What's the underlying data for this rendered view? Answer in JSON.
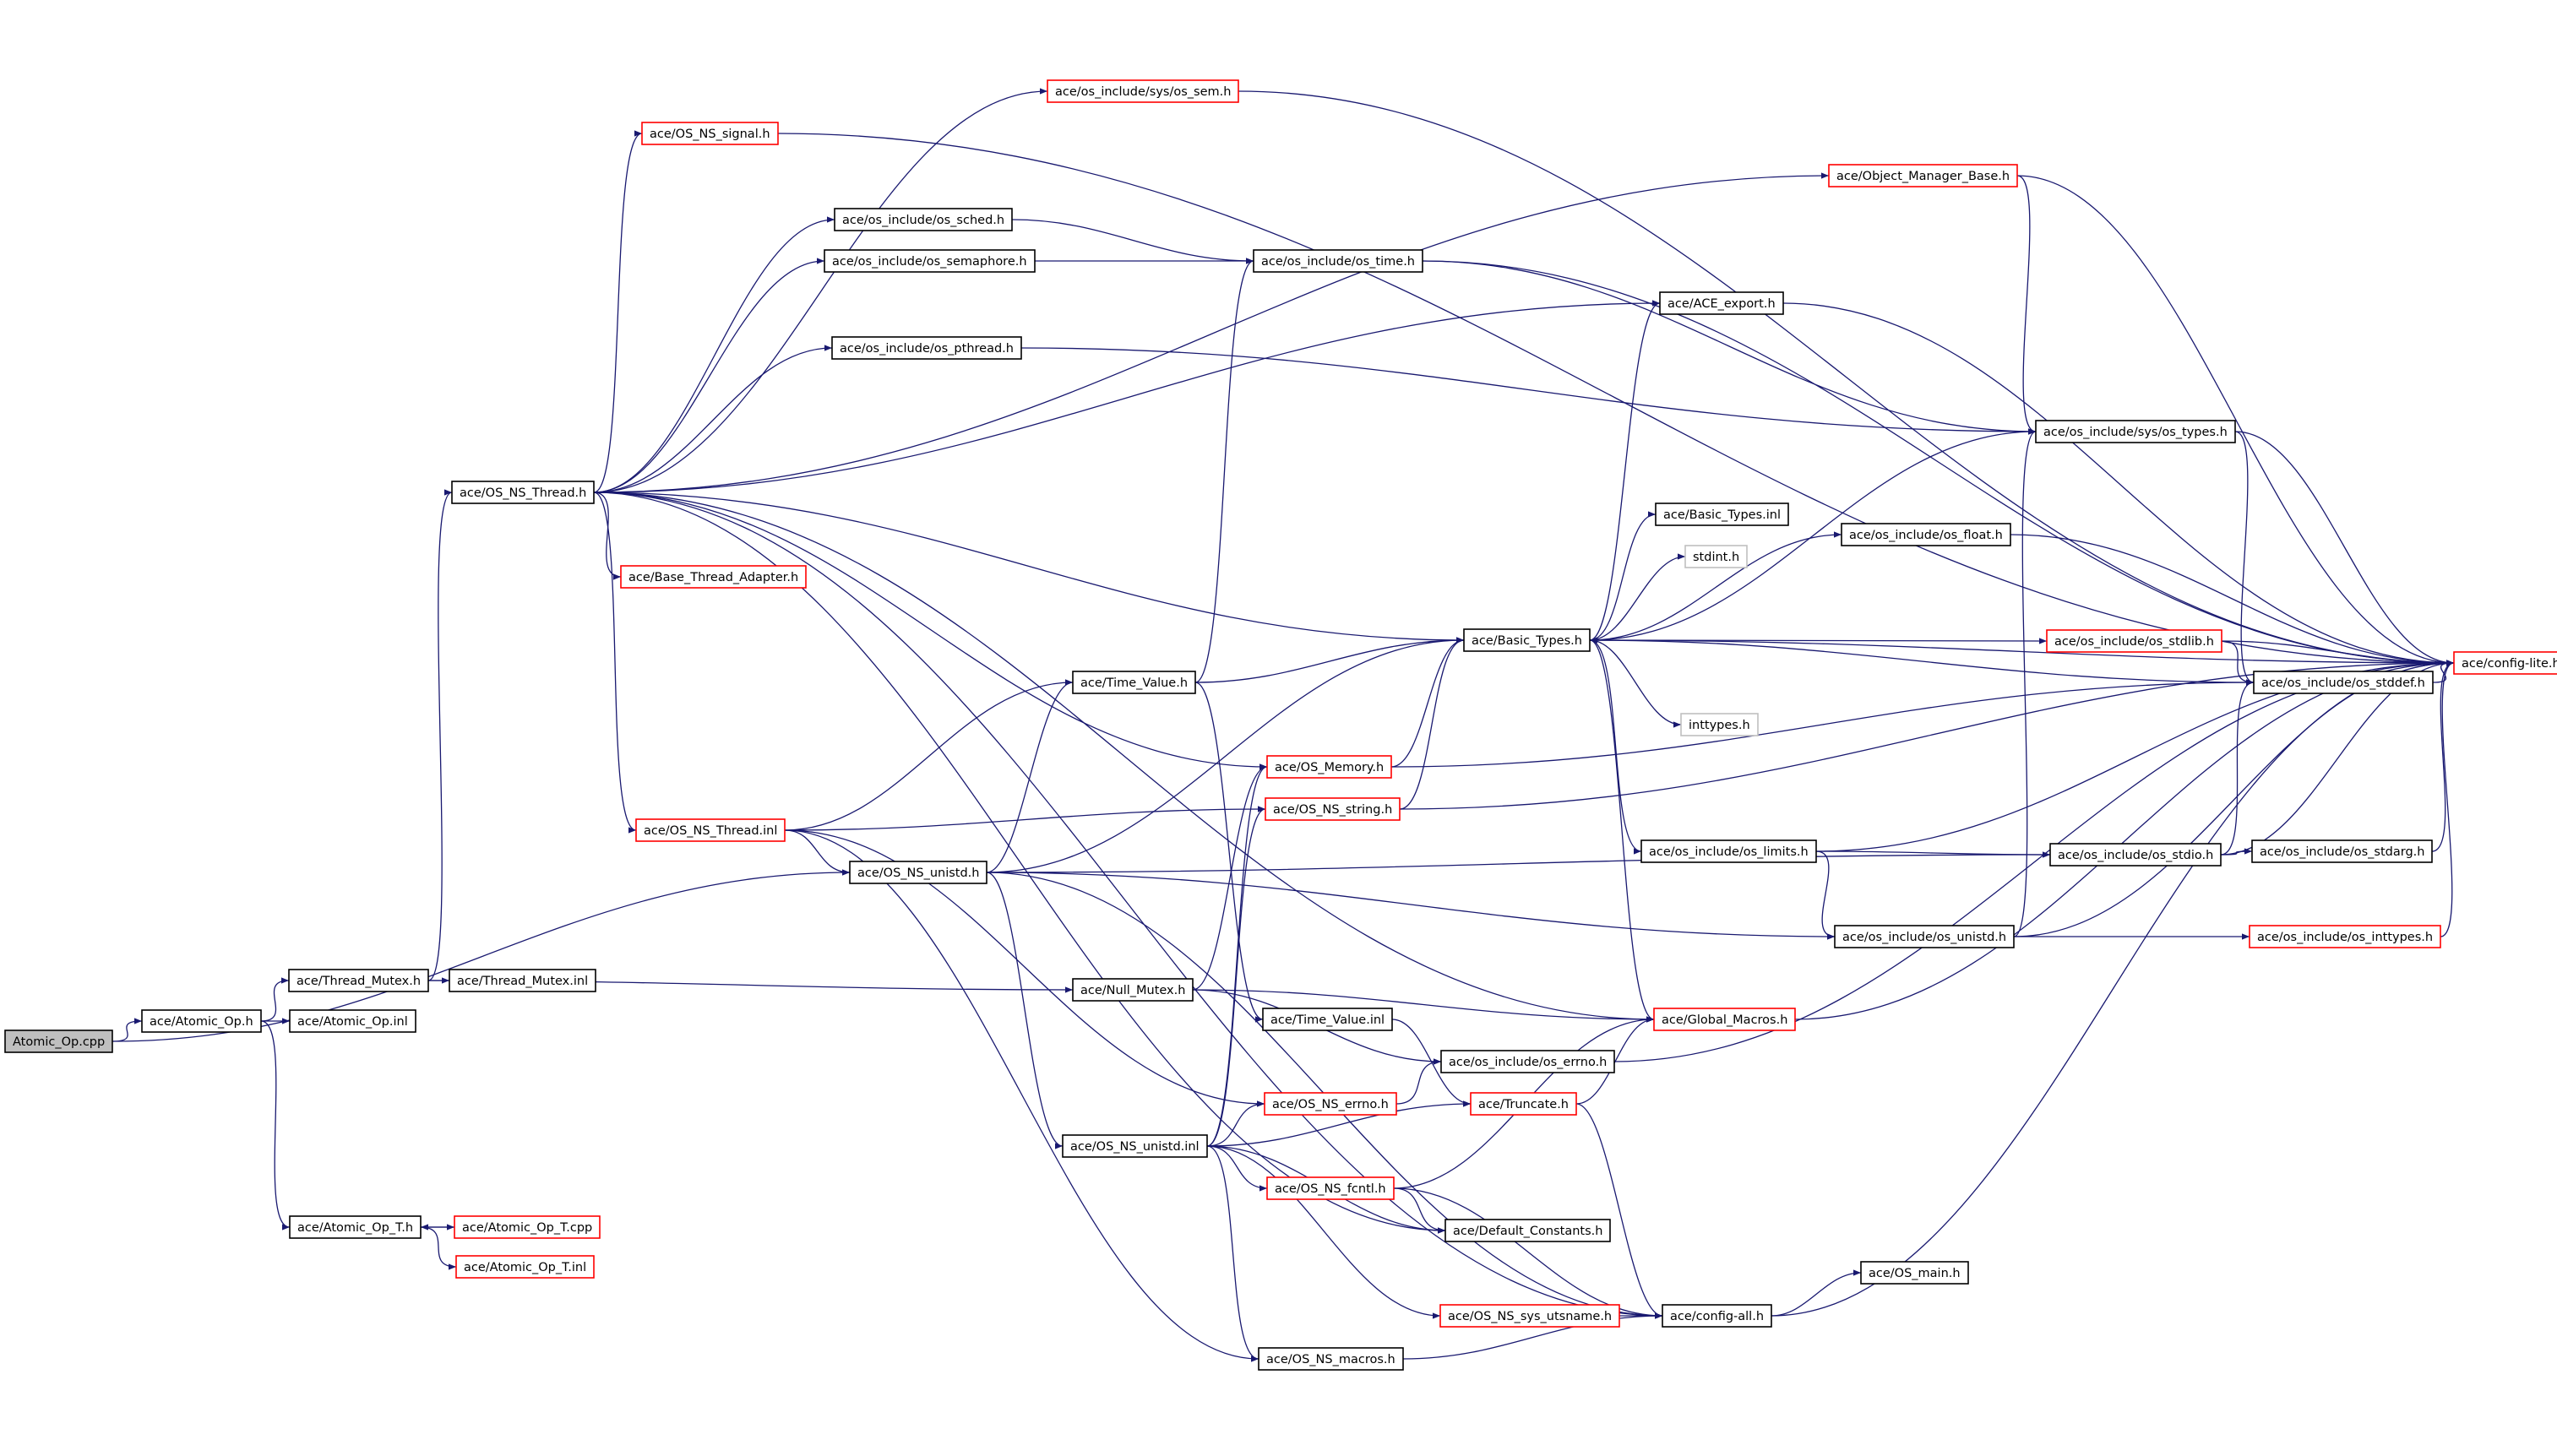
{
  "colors": {
    "edge": "#191970",
    "border_default": "#000000",
    "border_red": "#ff0000",
    "border_gray": "#bfbfbf",
    "root_fill": "#bfbfbf",
    "node_fill": "#ffffff"
  },
  "nodes": [
    {
      "id": "atomic_op_cpp",
      "label": "Atomic_Op.cpp",
      "style": "root"
    },
    {
      "id": "atomic_op_h",
      "label": "ace/Atomic_Op.h",
      "style": "default"
    },
    {
      "id": "thread_mutex_h",
      "label": "ace/Thread_Mutex.h",
      "style": "default"
    },
    {
      "id": "atomic_op_inl",
      "label": "ace/Atomic_Op.inl",
      "style": "default"
    },
    {
      "id": "thread_mutex_inl",
      "label": "ace/Thread_Mutex.inl",
      "style": "default"
    },
    {
      "id": "atomic_op_t_h",
      "label": "ace/Atomic_Op_T.h",
      "style": "default"
    },
    {
      "id": "atomic_op_t_cpp",
      "label": "ace/Atomic_Op_T.cpp",
      "style": "red"
    },
    {
      "id": "atomic_op_t_inl",
      "label": "ace/Atomic_Op_T.inl",
      "style": "red"
    },
    {
      "id": "os_ns_thread_h",
      "label": "ace/OS_NS_Thread.h",
      "style": "default"
    },
    {
      "id": "os_sem_h",
      "label": "ace/os_include/sys/os_sem.h",
      "style": "red"
    },
    {
      "id": "os_ns_signal_h",
      "label": "ace/OS_NS_signal.h",
      "style": "red"
    },
    {
      "id": "object_manager_base_h",
      "label": "ace/Object_Manager_Base.h",
      "style": "red"
    },
    {
      "id": "os_sched_h",
      "label": "ace/os_include/os_sched.h",
      "style": "default"
    },
    {
      "id": "os_semaphore_h",
      "label": "ace/os_include/os_semaphore.h",
      "style": "default"
    },
    {
      "id": "os_time_h",
      "label": "ace/os_include/os_time.h",
      "style": "default"
    },
    {
      "id": "ace_export_h",
      "label": "ace/ACE_export.h",
      "style": "default"
    },
    {
      "id": "os_pthread_h",
      "label": "ace/os_include/os_pthread.h",
      "style": "default"
    },
    {
      "id": "os_types_h",
      "label": "ace/os_include/sys/os_types.h",
      "style": "default"
    },
    {
      "id": "base_thread_adapter_h",
      "label": "ace/Base_Thread_Adapter.h",
      "style": "red"
    },
    {
      "id": "basic_types_inl",
      "label": "ace/Basic_Types.inl",
      "style": "default"
    },
    {
      "id": "os_float_h",
      "label": "ace/os_include/os_float.h",
      "style": "default"
    },
    {
      "id": "stdint_h",
      "label": "stdint.h",
      "style": "gray"
    },
    {
      "id": "basic_types_h",
      "label": "ace/Basic_Types.h",
      "style": "default"
    },
    {
      "id": "os_stdlib_h",
      "label": "ace/os_include/os_stdlib.h",
      "style": "red"
    },
    {
      "id": "config_lite_h",
      "label": "ace/config-lite.h",
      "style": "red"
    },
    {
      "id": "os_stddef_h",
      "label": "ace/os_include/os_stddef.h",
      "style": "default"
    },
    {
      "id": "time_value_h",
      "label": "ace/Time_Value.h",
      "style": "default"
    },
    {
      "id": "inttypes_h",
      "label": "inttypes.h",
      "style": "gray"
    },
    {
      "id": "os_memory_h",
      "label": "ace/OS_Memory.h",
      "style": "red"
    },
    {
      "id": "os_ns_string_h",
      "label": "ace/OS_NS_string.h",
      "style": "red"
    },
    {
      "id": "os_ns_thread_inl",
      "label": "ace/OS_NS_Thread.inl",
      "style": "red"
    },
    {
      "id": "os_limits_h",
      "label": "ace/os_include/os_limits.h",
      "style": "default"
    },
    {
      "id": "os_stdio_h",
      "label": "ace/os_include/os_stdio.h",
      "style": "default"
    },
    {
      "id": "os_stdarg_h",
      "label": "ace/os_include/os_stdarg.h",
      "style": "default"
    },
    {
      "id": "os_ns_unistd_h",
      "label": "ace/OS_NS_unistd.h",
      "style": "default"
    },
    {
      "id": "os_unistd_h",
      "label": "ace/os_include/os_unistd.h",
      "style": "default"
    },
    {
      "id": "os_inttypes_h",
      "label": "ace/os_include/os_inttypes.h",
      "style": "red"
    },
    {
      "id": "null_mutex_h",
      "label": "ace/Null_Mutex.h",
      "style": "default"
    },
    {
      "id": "time_value_inl",
      "label": "ace/Time_Value.inl",
      "style": "default"
    },
    {
      "id": "global_macros_h",
      "label": "ace/Global_Macros.h",
      "style": "red"
    },
    {
      "id": "os_errno_h",
      "label": "ace/os_include/os_errno.h",
      "style": "default"
    },
    {
      "id": "os_ns_errno_h",
      "label": "ace/OS_NS_errno.h",
      "style": "red"
    },
    {
      "id": "truncate_h",
      "label": "ace/Truncate.h",
      "style": "red"
    },
    {
      "id": "os_ns_unistd_inl",
      "label": "ace/OS_NS_unistd.inl",
      "style": "default"
    },
    {
      "id": "os_ns_fcntl_h",
      "label": "ace/OS_NS_fcntl.h",
      "style": "red"
    },
    {
      "id": "default_constants_h",
      "label": "ace/Default_Constants.h",
      "style": "default"
    },
    {
      "id": "os_main_h",
      "label": "ace/OS_main.h",
      "style": "default"
    },
    {
      "id": "os_ns_sys_utsname_h",
      "label": "ace/OS_NS_sys_utsname.h",
      "style": "red"
    },
    {
      "id": "config_all_h",
      "label": "ace/config-all.h",
      "style": "default"
    },
    {
      "id": "os_ns_macros_h",
      "label": "ace/OS_NS_macros.h",
      "style": "default"
    }
  ],
  "edges": [
    [
      "atomic_op_cpp",
      "atomic_op_h"
    ],
    [
      "atomic_op_cpp",
      "os_ns_unistd_h"
    ],
    [
      "atomic_op_h",
      "thread_mutex_h"
    ],
    [
      "atomic_op_h",
      "atomic_op_inl"
    ],
    [
      "atomic_op_h",
      "atomic_op_t_h"
    ],
    [
      "thread_mutex_h",
      "thread_mutex_inl"
    ],
    [
      "thread_mutex_h",
      "os_ns_thread_h"
    ],
    [
      "thread_mutex_h",
      "null_mutex_h"
    ],
    [
      "atomic_op_t_h",
      "atomic_op_t_cpp"
    ],
    [
      "atomic_op_t_h",
      "atomic_op_t_inl"
    ],
    [
      "atomic_op_t_cpp",
      "atomic_op_t_h"
    ],
    [
      "os_ns_thread_h",
      "os_sem_h"
    ],
    [
      "os_ns_thread_h",
      "os_ns_signal_h"
    ],
    [
      "os_ns_thread_h",
      "object_manager_base_h"
    ],
    [
      "os_ns_thread_h",
      "os_sched_h"
    ],
    [
      "os_ns_thread_h",
      "os_semaphore_h"
    ],
    [
      "os_ns_thread_h",
      "ace_export_h"
    ],
    [
      "os_ns_thread_h",
      "os_pthread_h"
    ],
    [
      "os_ns_thread_h",
      "base_thread_adapter_h"
    ],
    [
      "os_ns_thread_h",
      "basic_types_h"
    ],
    [
      "os_ns_thread_h",
      "os_memory_h"
    ],
    [
      "os_ns_thread_h",
      "os_ns_thread_inl"
    ],
    [
      "os_ns_thread_h",
      "global_macros_h"
    ],
    [
      "os_ns_thread_h",
      "default_constants_h"
    ],
    [
      "os_ns_thread_h",
      "config_all_h"
    ],
    [
      "os_sem_h",
      "config_lite_h"
    ],
    [
      "os_ns_signal_h",
      "config_lite_h"
    ],
    [
      "object_manager_base_h",
      "config_lite_h"
    ],
    [
      "object_manager_base_h",
      "os_types_h"
    ],
    [
      "os_sched_h",
      "os_time_h"
    ],
    [
      "os_semaphore_h",
      "os_time_h"
    ],
    [
      "os_time_h",
      "config_lite_h"
    ],
    [
      "os_time_h",
      "os_types_h"
    ],
    [
      "ace_export_h",
      "config_lite_h"
    ],
    [
      "os_pthread_h",
      "os_types_h"
    ],
    [
      "os_types_h",
      "config_lite_h"
    ],
    [
      "os_types_h",
      "os_stddef_h"
    ],
    [
      "basic_types_h",
      "ace_export_h"
    ],
    [
      "basic_types_h",
      "os_types_h"
    ],
    [
      "basic_types_h",
      "basic_types_inl"
    ],
    [
      "basic_types_h",
      "os_float_h"
    ],
    [
      "basic_types_h",
      "stdint_h"
    ],
    [
      "basic_types_h",
      "os_stdlib_h"
    ],
    [
      "basic_types_h",
      "config_lite_h"
    ],
    [
      "basic_types_h",
      "os_stddef_h"
    ],
    [
      "basic_types_h",
      "inttypes_h"
    ],
    [
      "basic_types_h",
      "os_limits_h"
    ],
    [
      "os_float_h",
      "config_lite_h"
    ],
    [
      "os_stdlib_h",
      "config_lite_h"
    ],
    [
      "os_stdlib_h",
      "os_stddef_h"
    ],
    [
      "os_stddef_h",
      "config_lite_h"
    ],
    [
      "time_value_h",
      "basic_types_h"
    ],
    [
      "time_value_h",
      "os_time_h"
    ],
    [
      "time_value_h",
      "time_value_inl"
    ],
    [
      "os_memory_h",
      "basic_types_h"
    ],
    [
      "os_memory_h",
      "os_stddef_h"
    ],
    [
      "os_ns_string_h",
      "basic_types_h"
    ],
    [
      "os_ns_string_h",
      "config_lite_h"
    ],
    [
      "os_ns_thread_inl",
      "time_value_h"
    ],
    [
      "os_ns_thread_inl",
      "os_ns_string_h"
    ],
    [
      "os_ns_thread_inl",
      "os_ns_unistd_h"
    ],
    [
      "os_ns_thread_inl",
      "os_ns_errno_h"
    ],
    [
      "os_ns_thread_inl",
      "os_ns_macros_h"
    ],
    [
      "os_limits_h",
      "os_stdio_h"
    ],
    [
      "os_limits_h",
      "os_unistd_h"
    ],
    [
      "os_limits_h",
      "config_lite_h"
    ],
    [
      "os_stdio_h",
      "os_stdarg_h"
    ],
    [
      "os_stdio_h",
      "os_stddef_h"
    ],
    [
      "os_stdio_h",
      "config_lite_h"
    ],
    [
      "os_stdarg_h",
      "config_lite_h"
    ],
    [
      "os_ns_unistd_h",
      "time_value_h"
    ],
    [
      "os_ns_unistd_h",
      "basic_types_h"
    ],
    [
      "os_ns_unistd_h",
      "os_stdio_h"
    ],
    [
      "os_ns_unistd_h",
      "os_unistd_h"
    ],
    [
      "os_ns_unistd_h",
      "os_ns_unistd_inl"
    ],
    [
      "os_ns_unistd_h",
      "config_all_h"
    ],
    [
      "os_unistd_h",
      "os_types_h"
    ],
    [
      "os_unistd_h",
      "os_inttypes_h"
    ],
    [
      "os_unistd_h",
      "config_lite_h"
    ],
    [
      "os_inttypes_h",
      "config_lite_h"
    ],
    [
      "null_mutex_h",
      "os_memory_h"
    ],
    [
      "null_mutex_h",
      "global_macros_h"
    ],
    [
      "null_mutex_h",
      "os_errno_h"
    ],
    [
      "time_value_inl",
      "truncate_h"
    ],
    [
      "global_macros_h",
      "config_lite_h"
    ],
    [
      "global_macros_h",
      "basic_types_h"
    ],
    [
      "os_errno_h",
      "config_lite_h"
    ],
    [
      "os_ns_errno_h",
      "os_errno_h"
    ],
    [
      "truncate_h",
      "global_macros_h"
    ],
    [
      "truncate_h",
      "config_all_h"
    ],
    [
      "os_ns_unistd_inl",
      "os_ns_errno_h"
    ],
    [
      "os_ns_unistd_inl",
      "os_memory_h"
    ],
    [
      "os_ns_unistd_inl",
      "os_ns_string_h"
    ],
    [
      "os_ns_unistd_inl",
      "truncate_h"
    ],
    [
      "os_ns_unistd_inl",
      "os_ns_fcntl_h"
    ],
    [
      "os_ns_unistd_inl",
      "default_constants_h"
    ],
    [
      "os_ns_unistd_inl",
      "os_ns_sys_utsname_h"
    ],
    [
      "os_ns_unistd_inl",
      "os_ns_macros_h"
    ],
    [
      "os_ns_fcntl_h",
      "global_macros_h"
    ],
    [
      "os_ns_fcntl_h",
      "default_constants_h"
    ],
    [
      "os_ns_fcntl_h",
      "config_all_h"
    ],
    [
      "os_ns_sys_utsname_h",
      "config_all_h"
    ],
    [
      "config_all_h",
      "os_main_h"
    ],
    [
      "config_all_h",
      "config_lite_h"
    ],
    [
      "os_ns_macros_h",
      "config_all_h"
    ]
  ]
}
